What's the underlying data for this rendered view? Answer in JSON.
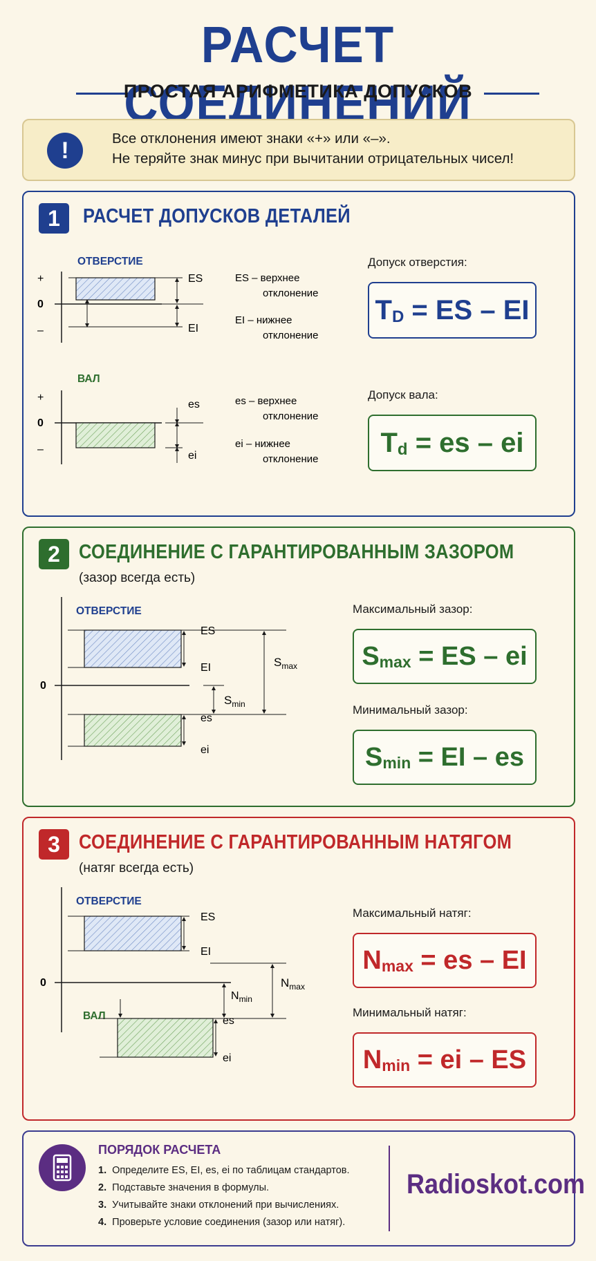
{
  "header": {
    "title": "РАСЧЕТ СОЕДИНЕНИЙ",
    "subtitle": "ПРОСТАЯ АРИФМЕТИКА ДОПУСКОВ"
  },
  "colors": {
    "blue": "#1f3f8f",
    "green": "#2e6e2e",
    "red": "#c0282a",
    "purple": "#5b2d82"
  },
  "warning": {
    "icon": "exclamation-icon",
    "line1": "Все отклонения имеют знаки «+» или «–».",
    "line2": "Не теряйте знак минус при вычитании отрицательных чисел!"
  },
  "section1": {
    "number": "1",
    "title": "РАСЧЕТ ДОПУСКОВ ДЕТАЛЕЙ",
    "hole": {
      "label": "ОТВЕРСТИЕ",
      "plus": "+",
      "zero": "0",
      "minus": "–",
      "upper": "ES",
      "lower": "EI",
      "upper_def_1": "ES – верхнее",
      "upper_def_2": "отклонение",
      "lower_def_1": "EI – нижнее",
      "lower_def_2": "отклонение",
      "formula_caption": "Допуск отверстия:",
      "formula_T": "T",
      "formula_sub": "D",
      "formula_rest": " = ES – EI"
    },
    "shaft": {
      "label": "ВАЛ",
      "plus": "+",
      "zero": "0",
      "minus": "–",
      "upper": "es",
      "lower": "ei",
      "upper_def_1": "es – верхнее",
      "upper_def_2": "отклонение",
      "lower_def_1": "ei – нижнее",
      "lower_def_2": "отклонение",
      "formula_caption": "Допуск вала:",
      "formula_T": "T",
      "formula_sub": "d",
      "formula_rest": " = es – ei"
    }
  },
  "section2": {
    "number": "2",
    "title": "СОЕДИНЕНИЕ С ГАРАНТИРОВАННЫМ ЗАЗОРОМ",
    "subtitle": "(зазор всегда есть)",
    "hole_label": "ОТВЕРСТИЕ",
    "zero": "0",
    "ES": "ES",
    "EI": "EI",
    "es": "es",
    "ei": "ei",
    "smax_S": "S",
    "smax_sub": "max",
    "smin_S": "S",
    "smin_sub": "min",
    "f1_caption": "Максимальный зазор:",
    "f1_main": "S",
    "f1_sub": "max",
    "f1_rest": " = ES – ei",
    "f2_caption": "Минимальный зазор:",
    "f2_main": "S",
    "f2_sub": "min",
    "f2_rest": " = EI – es"
  },
  "section3": {
    "number": "3",
    "title": "СОЕДИНЕНИЕ С ГАРАНТИРОВАННЫМ НАТЯГОМ",
    "subtitle": "(натяг всегда есть)",
    "hole_label": "ОТВЕРСТИЕ",
    "shaft_label": "ВАЛ",
    "zero": "0",
    "ES": "ES",
    "EI": "EI",
    "es": "es",
    "ei": "ei",
    "nmax_N": "N",
    "nmax_sub": "max",
    "nmin_N": "N",
    "nmin_sub": "min",
    "f1_caption": "Максимальный натяг:",
    "f1_main": "N",
    "f1_sub": "max",
    "f1_rest": " = es – EI",
    "f2_caption": "Минимальный натяг:",
    "f2_main": "N",
    "f2_sub": "min",
    "f2_rest": " = ei – ES"
  },
  "section4": {
    "icon": "calculator-icon",
    "title": "ПОРЯДОК РАСЧЕТА",
    "steps": [
      {
        "n": "1.",
        "text": "Определите ES, EI, es, ei по таблицам стандартов."
      },
      {
        "n": "2.",
        "text": "Подставьте значения в формулы."
      },
      {
        "n": "3.",
        "text": "Учитывайте знаки отклонений при вычислениях."
      },
      {
        "n": "4.",
        "text": "Проверьте условие соединения (зазор или натяг)."
      }
    ],
    "brand": "Radioskot.com"
  }
}
